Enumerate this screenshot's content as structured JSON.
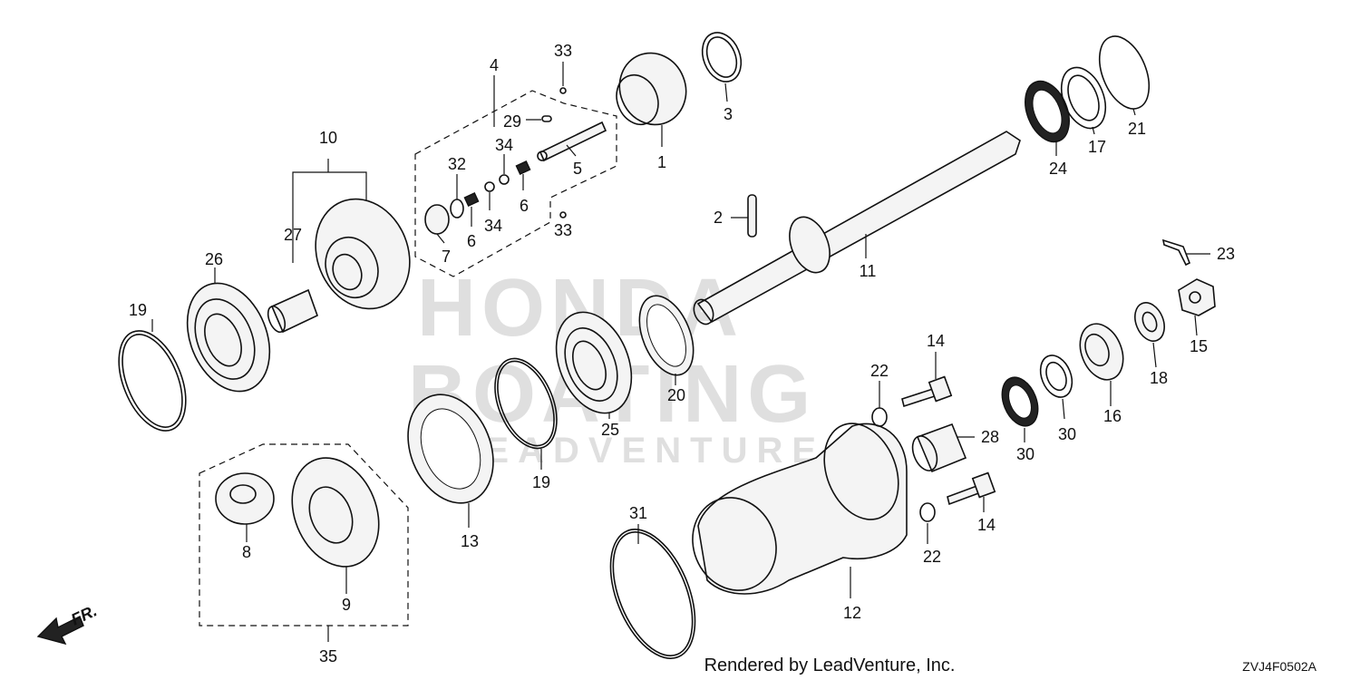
{
  "labels": {
    "1": "1",
    "2": "2",
    "3": "3",
    "4": "4",
    "5": "5",
    "6": "6",
    "7": "7",
    "8": "8",
    "9": "9",
    "10": "10",
    "11": "11",
    "12": "12",
    "13": "13",
    "14": "14",
    "15": "15",
    "16": "16",
    "17": "17",
    "18": "18",
    "19": "19",
    "20": "20",
    "21": "21",
    "22": "22",
    "23": "23",
    "24": "24",
    "25": "25",
    "26": "26",
    "27": "27",
    "28": "28",
    "29": "29",
    "30": "30",
    "31": "31",
    "32": "32",
    "33": "33",
    "34": "34",
    "35": "35"
  },
  "direction": "FR.",
  "watermark": {
    "line1": "HONDA",
    "line2": "BOATING",
    "line3": "LEADVENTURE"
  },
  "footer": {
    "credit": "Rendered by LeadVenture, Inc.",
    "code": "ZVJ4F0502A"
  }
}
